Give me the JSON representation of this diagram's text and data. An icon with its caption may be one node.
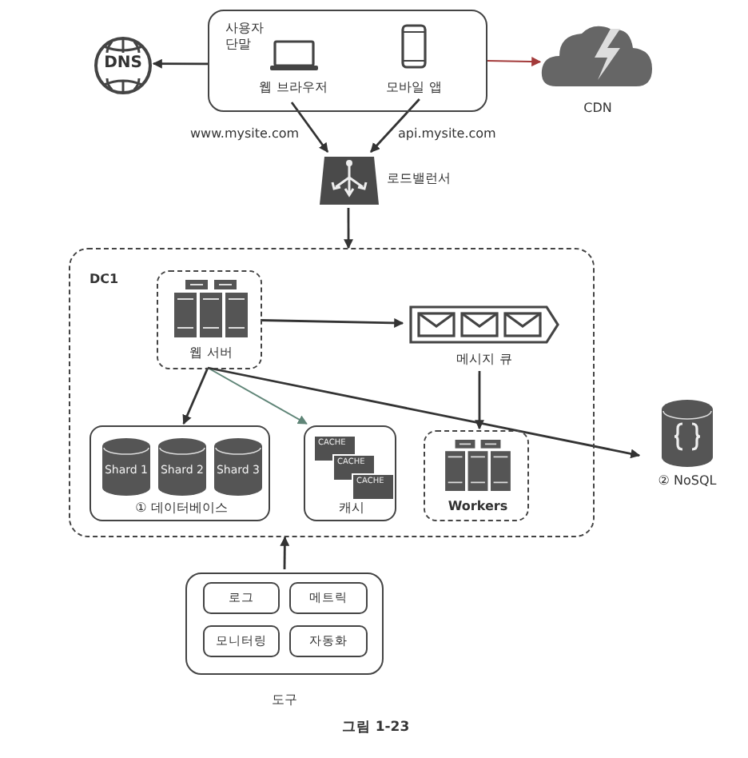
{
  "diagram": {
    "caption": "그림 1-23",
    "nodes": [
      {
        "text": [
          "사용자 단말"
        ]
      },
      {
        "text": [
          "웹 브라우저"
        ],
        "in": 0
      },
      {
        "text": [
          "모바일 앱"
        ],
        "in": 0
      },
      {
        "text": [
          "DNS"
        ]
      },
      {
        "text": [
          "CDN"
        ]
      },
      {
        "text": [
          "로드밸런서"
        ]
      },
      {
        "text": [
          "DC1"
        ]
      },
      {
        "text": [
          "웹 서버"
        ],
        "in": 6
      },
      {
        "text": [
          "메시지 큐"
        ],
        "in": 6
      },
      {
        "text": [
          "① 데이터베이스"
        ],
        "in": 6
      },
      {
        "text": [
          "Shard 1"
        ],
        "in": 9
      },
      {
        "text": [
          "Shard 2"
        ],
        "in": 9
      },
      {
        "text": [
          "Shard 3"
        ],
        "in": 9
      },
      {
        "text": [
          "캐시"
        ],
        "in": 6
      },
      {
        "text": [
          "CACHE"
        ],
        "in": 13
      },
      {
        "text": [
          "CACHE"
        ],
        "in": 13
      },
      {
        "text": [
          "CACHE"
        ],
        "in": 13
      },
      {
        "text": [
          "Workers"
        ],
        "in": 6
      },
      {
        "text": [
          "② NoSQL"
        ]
      },
      {
        "text": [
          "도구"
        ]
      },
      {
        "text": [
          "로그"
        ],
        "in": 19
      },
      {
        "text": [
          "메트릭"
        ],
        "in": 19
      },
      {
        "text": [
          "모니터링"
        ],
        "in": 19
      },
      {
        "text": [
          "자동화"
        ],
        "in": 19
      }
    ],
    "edges": [
      {
        "from": 0,
        "to": 3,
        "arrow": "to"
      },
      {
        "from": 0,
        "to": 4,
        "arrow": "to",
        "color": "#a33a3a"
      },
      {
        "from": 1,
        "to": 5,
        "arrow": "to",
        "label": "www.mysite.com"
      },
      {
        "from": 2,
        "to": 5,
        "arrow": "to",
        "label": "api.mysite.com"
      },
      {
        "from": 5,
        "to": 6,
        "arrow": "to"
      },
      {
        "from": 7,
        "to": 8,
        "arrow": "to"
      },
      {
        "from": 7,
        "to": 9,
        "arrow": "to"
      },
      {
        "from": 7,
        "to": 13,
        "arrow": "to",
        "color": "#5f8577"
      },
      {
        "from": 7,
        "to": 18,
        "arrow": "to"
      },
      {
        "from": 8,
        "to": 17,
        "arrow": "to"
      },
      {
        "from": 19,
        "to": 6,
        "arrow": "to"
      }
    ]
  }
}
